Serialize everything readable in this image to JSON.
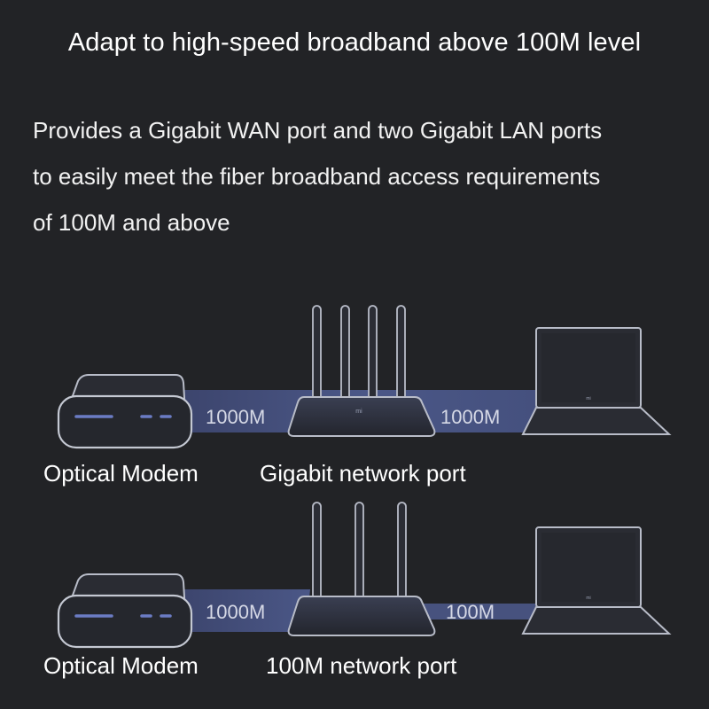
{
  "title": "Adapt to high-speed broadband above 100M level",
  "description": {
    "lines": [
      "Provides a Gigabit WAN port and two Gigabit LAN ports",
      "to easily meet the fiber broadband access requirements",
      "of 100M and above"
    ]
  },
  "diagrams": [
    {
      "modem_label": "Optical Modem",
      "port_label": "Gigabit network port",
      "wan_speed": "1000M",
      "lan_speed": "1000M"
    },
    {
      "modem_label": "Optical Modem",
      "port_label": "100M network port",
      "wan_speed": "1000M",
      "lan_speed": "100M"
    }
  ],
  "router_logo": "mi",
  "colors": {
    "background": "#222326",
    "beam": "#4a5583",
    "device_outline": "#b8bcc8",
    "modem_light": "#6b7cc4"
  }
}
